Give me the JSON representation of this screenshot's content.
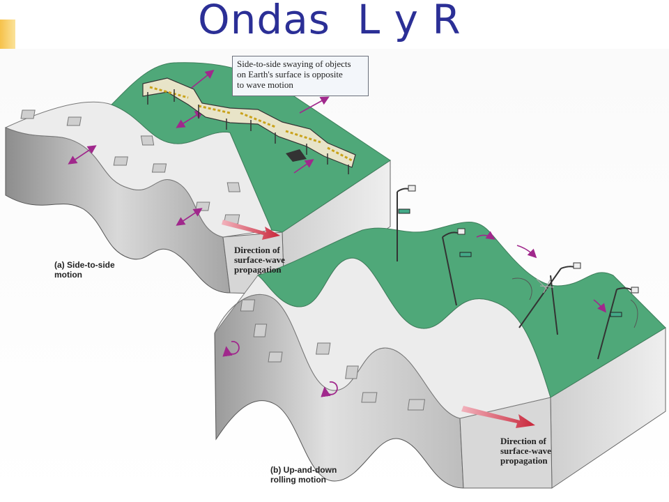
{
  "title": "Ondas  L y R",
  "callout": {
    "lines": [
      "Side-to-side swaying of objects",
      "on Earth's surface is opposite",
      "to wave motion"
    ]
  },
  "panel_a": {
    "label_lines": [
      "(a) Side-to-side",
      "motion"
    ],
    "direction_lines": [
      "Direction of",
      "surface-wave",
      "propagation"
    ]
  },
  "panel_b": {
    "label_lines": [
      "(b) Up-and-down",
      "rolling motion"
    ],
    "direction_lines": [
      "Direction of",
      "surface-wave",
      "propagation"
    ]
  },
  "colors": {
    "title": "#2b2f96",
    "accent": "#f6c14a",
    "grass": "#4fa879",
    "rock": "#e9e9e9",
    "arrow_magenta": "#a0288c",
    "arrow_red": "#c8263a"
  }
}
